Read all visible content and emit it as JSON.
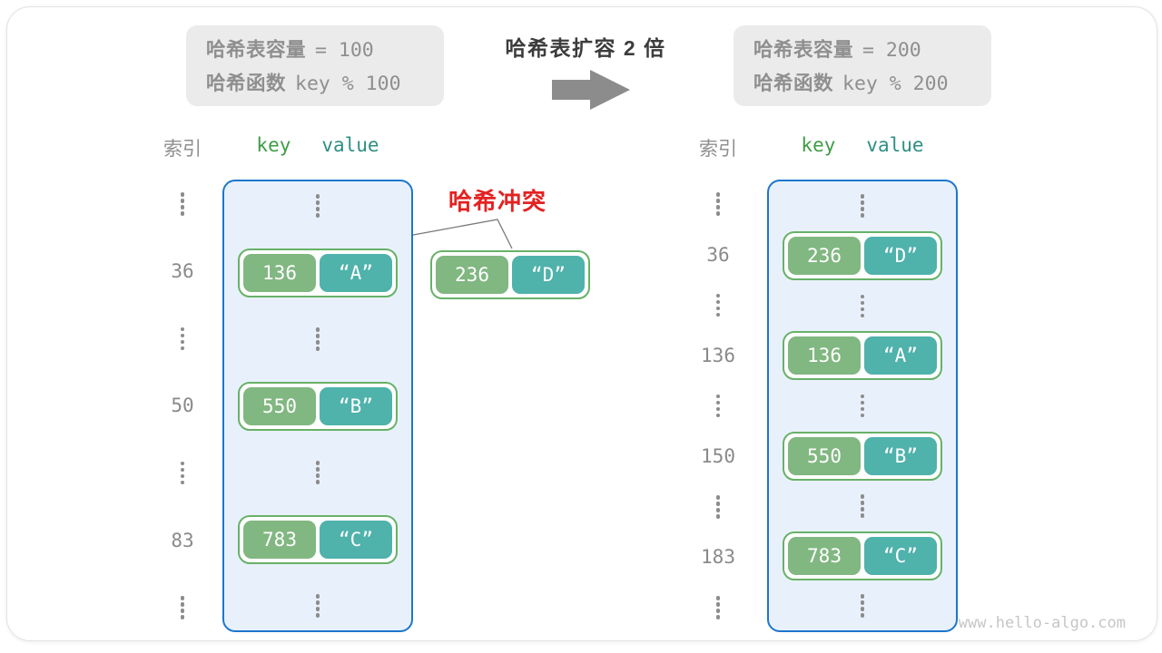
{
  "colors": {
    "accent_blue": "#1d76cc",
    "bucket_fill": "#e8f1fb",
    "key_green": "#81b781",
    "value_teal": "#4fb2ab",
    "pair_border_green": "#68b168",
    "key_header_green": "#3f9d46",
    "value_header_teal": "#2f8f82",
    "collision_red": "#e32222",
    "gray_text": "#8f8f8f",
    "info_box_bg": "#ebebeb",
    "arrow_gray": "#8c8c8c"
  },
  "info_left": {
    "label1": "哈希表容量",
    "rest1": "= 100",
    "label2": "哈希函数",
    "rest2": "key % 100"
  },
  "info_right": {
    "label1": "哈希表容量",
    "rest1": "= 200",
    "label2": "哈希函数",
    "rest2": "key % 200"
  },
  "title": "哈希表扩容 2 倍",
  "collision": {
    "label": "哈希冲突",
    "key": "236",
    "value": "“D”"
  },
  "tables": {
    "left": {
      "index_header": "索引",
      "key_header": "key",
      "value_header": "value",
      "rows": [
        {
          "type": "dots"
        },
        {
          "type": "pair",
          "index": "36",
          "key": "136",
          "value": "“A”"
        },
        {
          "type": "dots"
        },
        {
          "type": "pair",
          "index": "50",
          "key": "550",
          "value": "“B”"
        },
        {
          "type": "dots"
        },
        {
          "type": "pair",
          "index": "83",
          "key": "783",
          "value": "“C”"
        },
        {
          "type": "dots"
        }
      ]
    },
    "right": {
      "index_header": "索引",
      "key_header": "key",
      "value_header": "value",
      "rows": [
        {
          "type": "dots"
        },
        {
          "type": "pair",
          "index": "36",
          "key": "236",
          "value": "“D”"
        },
        {
          "type": "dots"
        },
        {
          "type": "pair",
          "index": "136",
          "key": "136",
          "value": "“A”"
        },
        {
          "type": "dots"
        },
        {
          "type": "pair",
          "index": "150",
          "key": "550",
          "value": "“B”"
        },
        {
          "type": "dots"
        },
        {
          "type": "pair",
          "index": "183",
          "key": "783",
          "value": "“C”"
        },
        {
          "type": "dots"
        }
      ]
    }
  },
  "watermark": "www.hello-algo.com"
}
